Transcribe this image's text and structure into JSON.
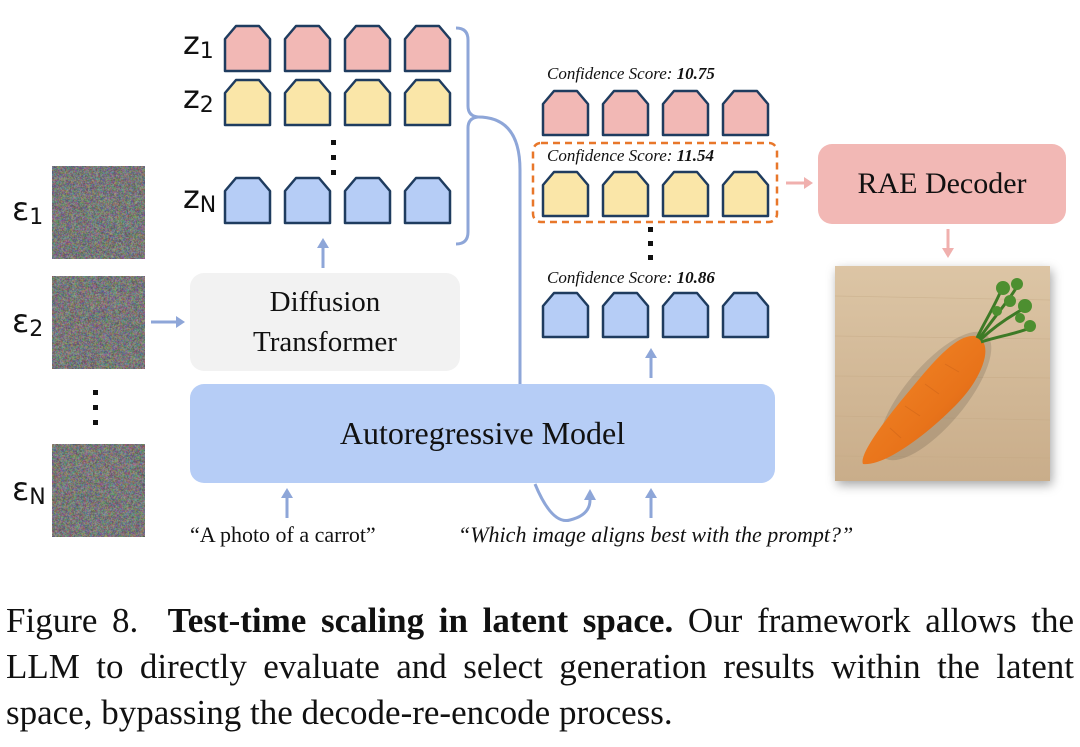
{
  "figure": {
    "noise_inputs": [
      {
        "symbol": "ε",
        "subscript": "1"
      },
      {
        "symbol": "ε",
        "subscript": "2"
      },
      {
        "symbol": "ε",
        "subscript": "N"
      }
    ],
    "latents": [
      {
        "symbol": "z",
        "subscript": "1",
        "color": "#f2b8b5"
      },
      {
        "symbol": "z",
        "subscript": "2",
        "color": "#fae6a8"
      },
      {
        "symbol": "z",
        "subscript": "N",
        "color": "#b6cdf6"
      }
    ],
    "tokens_per_row": 4,
    "token_stroke_color": "#1f3c5f",
    "diffusion_transformer_label": [
      "Diffusion",
      "Transformer"
    ],
    "autoregressive_model_label": "Autoregressive Model",
    "rae_decoder_label": "RAE Decoder",
    "candidates": [
      {
        "prefix": "Confidence Score: ",
        "score": "10.75",
        "color": "#f2b8b5",
        "selected": false
      },
      {
        "prefix": "Confidence Score: ",
        "score": "11.54",
        "color": "#fae6a8",
        "selected": true
      },
      {
        "prefix": "Confidence Score: ",
        "score": "10.86",
        "color": "#b6cdf6",
        "selected": false
      }
    ],
    "prompt_text": "“A photo of a carrot”",
    "question_text": "“Which image aligns best with the prompt?”",
    "output_image": "carrot-photo",
    "colors": {
      "arrow_blue": "#8ea6d8",
      "arrow_pink": "#f0b0ae",
      "selection_dash": "#e8772a",
      "ar_box": "#b6cdf6",
      "dit_box": "#f2f2f2",
      "rae_box": "#f2b8b5"
    }
  },
  "caption": {
    "label": "Figure 8.",
    "title": "Test-time scaling in latent space.",
    "body": "Our framework allows the LLM to directly evaluate and select generation results within the latent space, bypassing the decode-re-encode process."
  }
}
